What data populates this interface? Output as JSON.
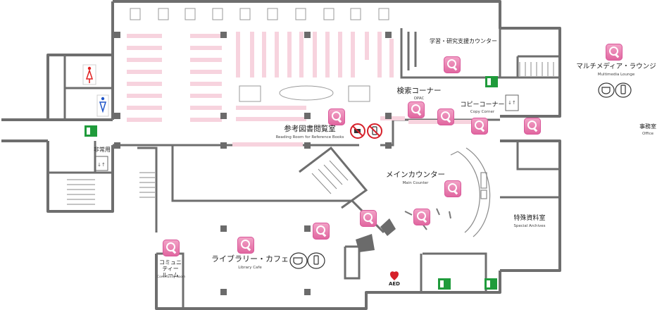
{
  "rooms": {
    "reading_room_ja": "参考図書閲覧室",
    "reading_room_en": "Reading Room for Reference Books",
    "research_counter_ja": "学習・研究支援カウンター",
    "opac_ja": "検索コーナー",
    "opac_en": "OPAC",
    "copy_corner_ja": "コピーコーナー",
    "copy_corner_en": "Copy Corner",
    "multimedia_ja": "マルチメディア・ラウンジ",
    "multimedia_en": "Multimedia Lounge",
    "office_ja": "事務室",
    "office_en": "Office",
    "main_counter_ja": "メインカウンター",
    "main_counter_en": "Main Counter",
    "special_archives_ja": "特殊資料室",
    "special_archives_en": "Special Archives",
    "library_cafe_ja": "ライブラリー・カフェ",
    "library_cafe_en": "Library Cafe",
    "community_room_ja": "コミュニティー\nルーム",
    "community_room_en": "Community Room",
    "emergency_ja": "非常用",
    "aed": "AED"
  },
  "icons": [
    "search-icon",
    "no-food-icon",
    "no-phone-icon",
    "cafe-cup-icon",
    "phone-ok-icon",
    "emergency-exit-icon",
    "elevator-icon",
    "toilet-male-icon",
    "toilet-female-icon",
    "aed-heart-icon"
  ],
  "colors": {
    "wall": "#6e6e6e",
    "pillar": "#6b6b6b",
    "shelf": "#f7d3de",
    "search_icon": "#e0649e",
    "exit_green": "#1f9b3b",
    "female_red": "#e02020",
    "male_blue": "#1f55c8",
    "aed_red": "#d6202a"
  }
}
